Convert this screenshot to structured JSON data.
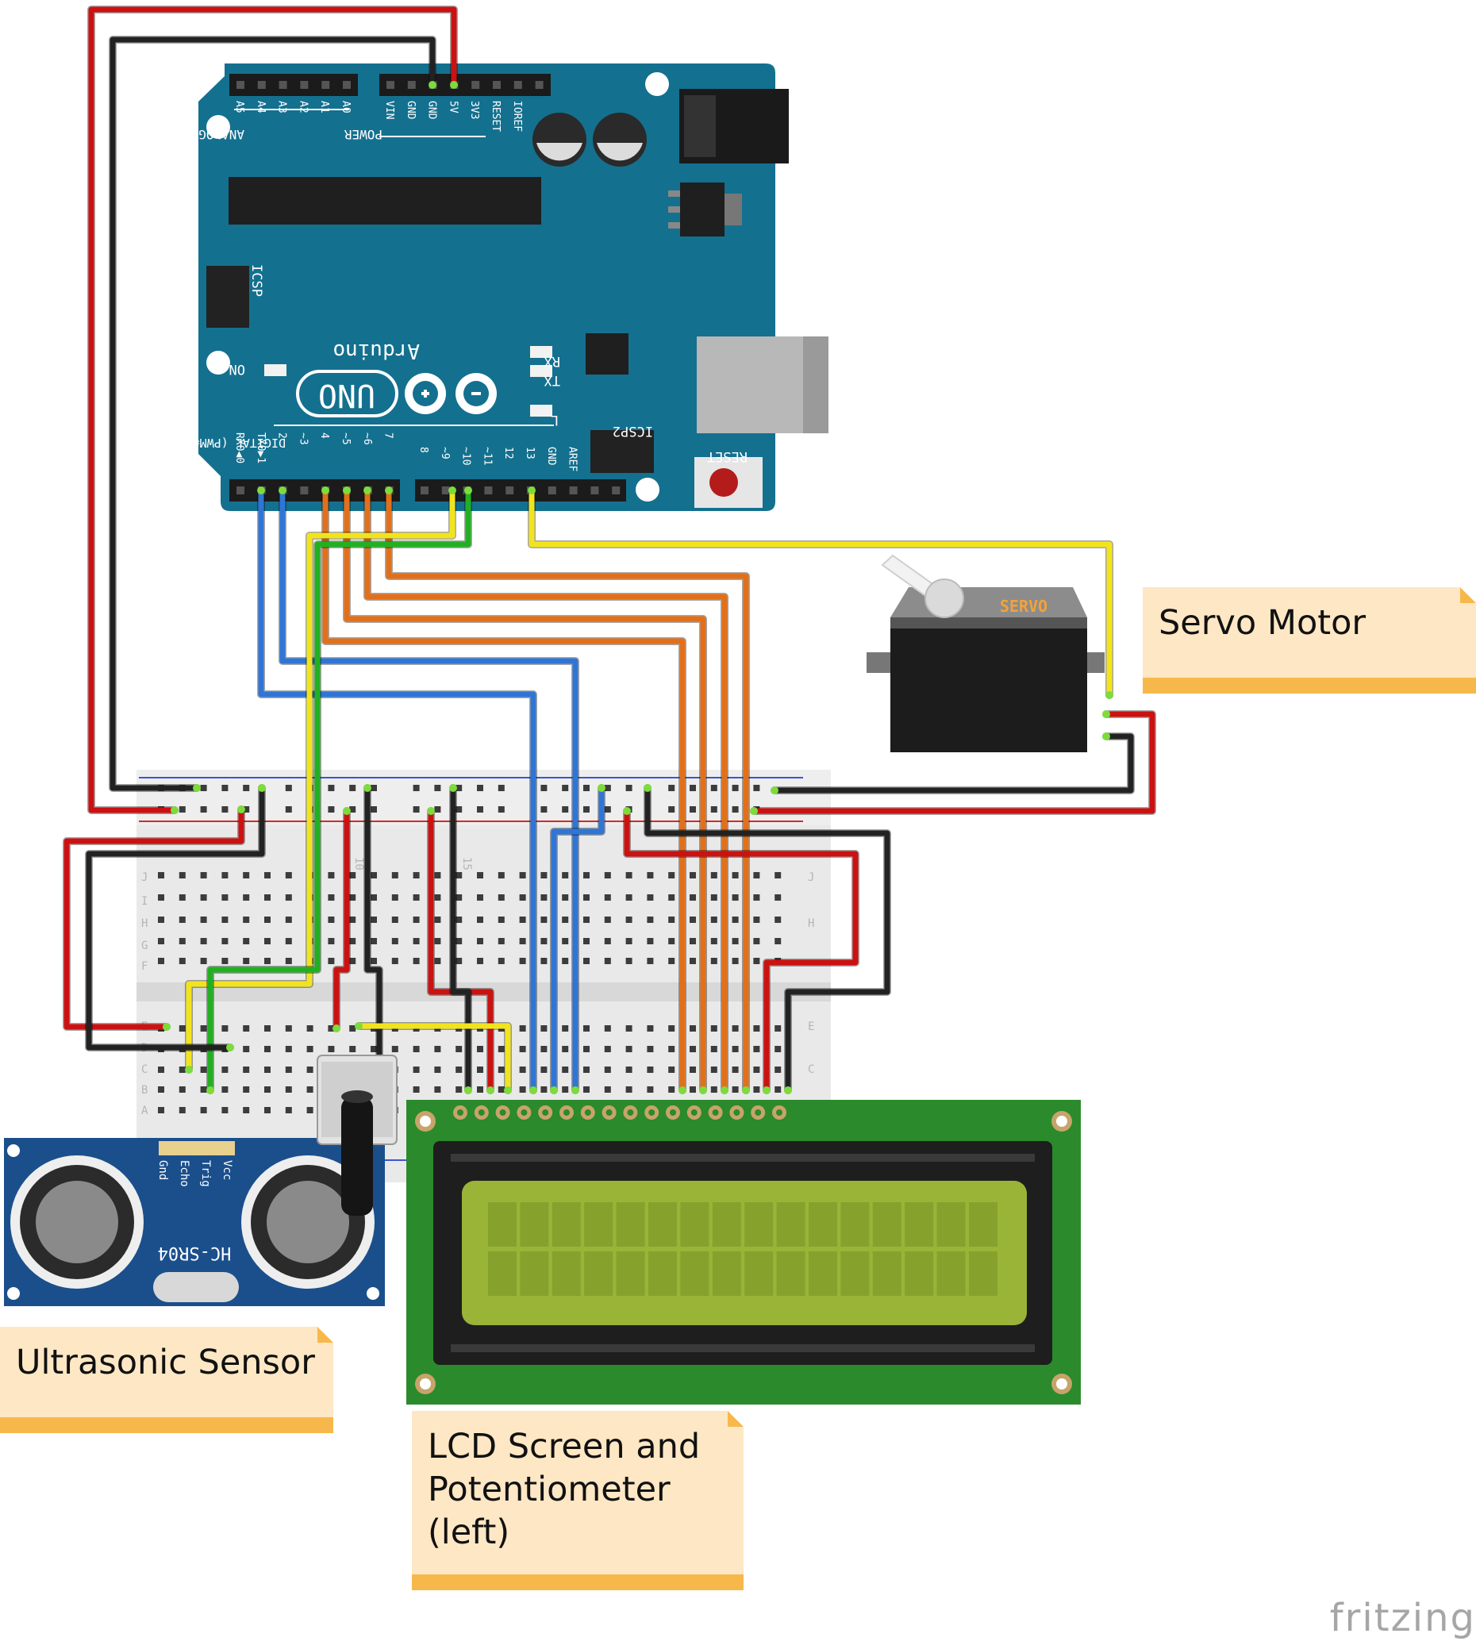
{
  "notes": {
    "servo": "Servo Motor",
    "ultrasonic": "Ultrasonic Sensor",
    "lcd": "LCD Screen and Potentiometer (left)"
  },
  "arduino": {
    "brand": "Arduino",
    "model": "UNO",
    "icsp": "ICSP",
    "icsp2": "ICSP2",
    "reset": "RESET",
    "on": "ON",
    "tx": "TX",
    "rx": "RX",
    "l": "L",
    "digital": "DIGITAL (PWM=~)",
    "analog_in": "ANALOG IN",
    "power": "POWER",
    "analog_pins": [
      "A5",
      "A4",
      "A3",
      "A2",
      "A1",
      "A0"
    ],
    "power_pins": [
      "VIN",
      "GND",
      "GND",
      "5V",
      "3V3",
      "RESET",
      "IOREF"
    ],
    "digital_pins_low": [
      "RX0◀0",
      "TX0▶1",
      "2",
      "~3",
      "4",
      "~5",
      "~6",
      "7"
    ],
    "digital_pins_high": [
      "8",
      "~9",
      "~10",
      "~11",
      "12",
      "13",
      "GND",
      "AREF"
    ]
  },
  "servo": {
    "label": "SERVO"
  },
  "ultrasonic_sensor": {
    "model": "HC-SR04",
    "pins": [
      "Gnd",
      "Echo",
      "Trig",
      "Vcc"
    ]
  },
  "breadboard": {
    "rows_top": [
      "J",
      "I",
      "H",
      "G",
      "F"
    ],
    "rows_bottom": [
      "E",
      "D",
      "C",
      "B",
      "A"
    ],
    "col_labels": [
      "10",
      "15"
    ]
  },
  "brand": "fritzing",
  "colors": {
    "board": "#14708f",
    "wire_red": "#cc1111",
    "wire_black": "#222222",
    "wire_blue": "#2f75d6",
    "wire_orange": "#e2701a",
    "wire_yellow": "#f2e41c",
    "wire_green": "#21b021",
    "lcd_pcb": "#2b8a2b",
    "lcd_screen": "#8fab2e",
    "note_bg": "#fde7c4",
    "note_bar": "#f7b84b"
  }
}
